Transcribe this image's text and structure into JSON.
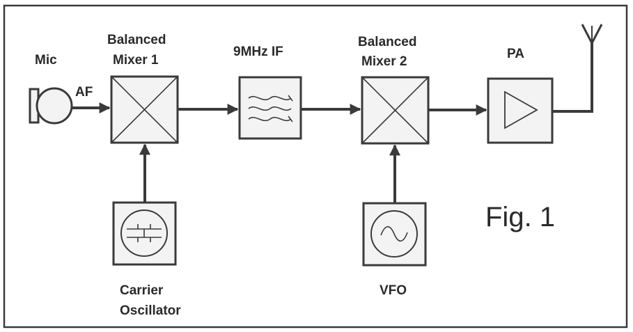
{
  "labels": {
    "mic": "Mic",
    "af": "AF",
    "mixer1_line1": "Balanced",
    "mixer1_line2": "Mixer 1",
    "if_filter": "9MHz IF",
    "mixer2_line1": "Balanced",
    "mixer2_line2": "Mixer 2",
    "pa": "PA",
    "carrier_line1": "Carrier",
    "carrier_line2": "Oscillator",
    "vfo": "VFO",
    "figure": "Fig. 1"
  },
  "colors": {
    "line": "#3a3a3a",
    "box_fill": "#f3f3f3",
    "text": "#2a2a2a",
    "background": "#ffffff"
  }
}
